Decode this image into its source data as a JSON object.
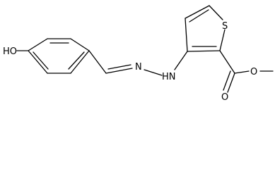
{
  "molecule": {
    "colors": {
      "bond": "#000000",
      "background": "#ffffff"
    },
    "atom_labels": {
      "hydroxyl": "HO",
      "imine_n": "N",
      "amine_nh": "HN",
      "sulfur": "S",
      "carbonyl_o": "O",
      "ester_o": "O"
    }
  }
}
